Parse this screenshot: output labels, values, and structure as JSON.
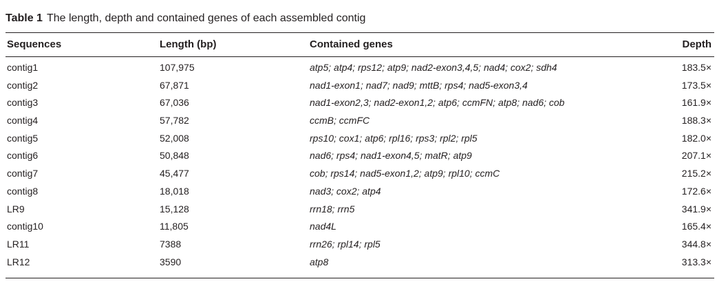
{
  "caption": {
    "label": "Table 1",
    "text": "The length, depth and contained genes of each assembled contig"
  },
  "table": {
    "headers": [
      "Sequences",
      "Length (bp)",
      "Contained genes",
      "Depth"
    ],
    "rows": [
      [
        "contig1",
        "107,975",
        "atp5; atp4; rps12; atp9; nad2-exon3,4,5; nad4; cox2; sdh4",
        "183.5×"
      ],
      [
        "contig2",
        "67,871",
        "nad1-exon1; nad7; nad9; mttB; rps4; nad5-exon3,4",
        "173.5×"
      ],
      [
        "contig3",
        "67,036",
        "nad1-exon2,3; nad2-exon1,2; atp6; ccmFN; atp8; nad6; cob",
        "161.9×"
      ],
      [
        "contig4",
        "57,782",
        "ccmB; ccmFC",
        "188.3×"
      ],
      [
        "contig5",
        "52,008",
        "rps10; cox1; atp6; rpl16; rps3; rpl2; rpl5",
        "182.0×"
      ],
      [
        "contig6",
        "50,848",
        "nad6; rps4; nad1-exon4,5; matR; atp9",
        "207.1×"
      ],
      [
        "contig7",
        "45,477",
        "cob; rps14; nad5-exon1,2; atp9; rpl10; ccmC",
        "215.2×"
      ],
      [
        "contig8",
        "18,018",
        "nad3; cox2; atp4",
        "172.6×"
      ],
      [
        "LR9",
        "15,128",
        "rrn18; rrn5",
        "341.9×"
      ],
      [
        "contig10",
        "11,805",
        "nad4L",
        "165.4×"
      ],
      [
        "LR11",
        "7388",
        "rrn26; rpl14; rpl5",
        "344.8×"
      ],
      [
        "LR12",
        "3590",
        "atp8",
        "313.3×"
      ]
    ]
  }
}
